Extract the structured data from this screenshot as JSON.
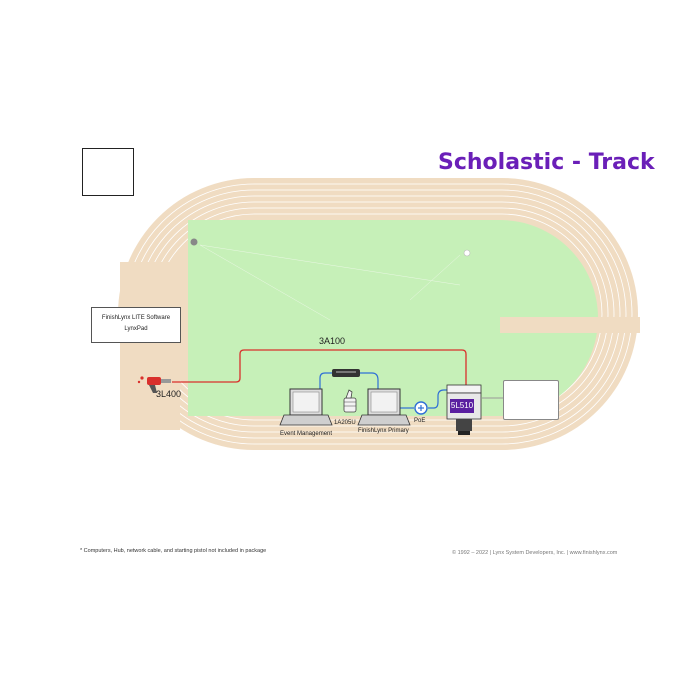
{
  "title": "Scholastic - Track",
  "software_box": {
    "line1": "FinishLynx LITE Software",
    "line2": "LynxPad"
  },
  "labels": {
    "cable_3a100": "3A100",
    "sensor_3l400": "3L400",
    "event_management": "Event Management",
    "finishlynx_primary": "FinishLynx Primary",
    "usb_adapter": "1A205U",
    "poe": "PoE",
    "camera_model": "5L510"
  },
  "footnote": "* Computers, Hub, network cable, and starting pistol not included in package",
  "copyright": "© 1992 – 2022 | Lynx System Developers, Inc. | www.finishlynx.com",
  "colors": {
    "title": "#6a1fb8",
    "track": "#f0dcc2",
    "track_lines": "#ffffff",
    "infield": "#c6f0b8",
    "cable_red": "#d9302c",
    "cable_blue": "#2f6fd6",
    "cable_gray": "#999999",
    "camera_badge": "#5a1fa0"
  },
  "icons": [
    "runner-icon",
    "starting-pistol-icon",
    "laptop-icon",
    "thumbs-up-icon",
    "network-hub-icon",
    "poe-injector-icon",
    "camera-icon",
    "app-icons"
  ]
}
